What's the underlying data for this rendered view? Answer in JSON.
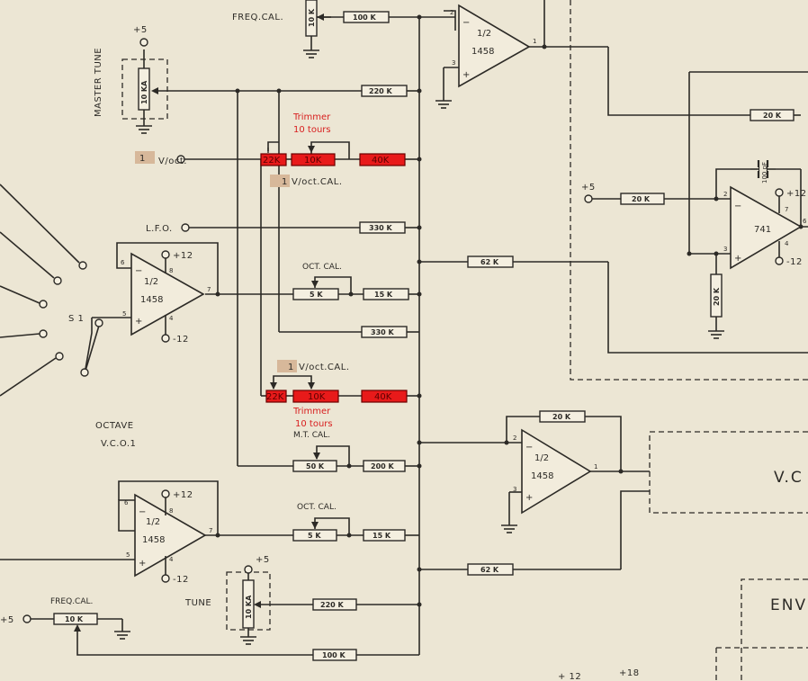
{
  "labels": {
    "freq_cal_top": "FREQ.CAL.",
    "freq_cal_bottom": "FREQ.CAL.",
    "master_tune": "MASTER TUNE",
    "tune": "TUNE",
    "v_oct_input": "V/oct.",
    "v_oct_cal_1": "V/oct.CAL.",
    "v_oct_cal_2": "V/oct.CAL.",
    "lfo": "L.F.O.",
    "oct_cal_1": "OCT. CAL.",
    "oct_cal_2": "OCT. CAL.",
    "mt_cal": "M.T. CAL.",
    "s1": "S 1",
    "octave": "OCTAVE",
    "vco1": "V.C.O.1",
    "vc_block": "V.C",
    "env_block": "ENVE",
    "trimmer_top": "Trimmer",
    "tours_top": "10 tours",
    "trimmer_bottom": "Trimmer",
    "tours_bottom": "10 tours",
    "one_a": "1",
    "one_b": "1",
    "one_c": "1"
  },
  "supplies": {
    "p5_master": "+5",
    "p5_tune": "+5",
    "p5_left": "+5",
    "p5_741": "+5",
    "p12_741": "+12",
    "m12_741": "-12",
    "p12_oa2": "+12",
    "m12_oa2": "-12",
    "p12_oa3": "+12",
    "m12_oa3": "-12",
    "p12_bottom": "+ 12",
    "p18_bottom": "+18"
  },
  "opamps": {
    "oa1_a": "1/2",
    "oa1_b": "1458",
    "oa2_a": "1/2",
    "oa2_b": "1458",
    "oa3_a": "1/2",
    "oa3_b": "1458",
    "oa4_a": "1/2",
    "oa4_b": "1458",
    "oa5_a": "741"
  },
  "pins": {
    "oa1_2": "2",
    "oa1_3": "3",
    "oa1_1": "1",
    "oa2_6": "6",
    "oa2_5": "5",
    "oa2_8": "8",
    "oa2_4": "4",
    "oa2_7": "7",
    "oa3_6": "6",
    "oa3_5": "5",
    "oa3_8": "8",
    "oa3_4": "4",
    "oa3_7": "7",
    "oa4_2": "2",
    "oa4_3": "3",
    "oa4_1": "1",
    "oa5_2": "2",
    "oa5_3": "3",
    "oa5_7": "7",
    "oa5_4": "4",
    "oa5_6": "6"
  },
  "resistors": {
    "r_100k_top": "100 K",
    "r_220k_top": "220 K",
    "r_330k_lfo": "330 K",
    "r_62k_top": "62 K",
    "r_5k_top": "5 K",
    "r_15k_top": "15 K",
    "r_330k_mid": "330 K",
    "r_50k": "50 K",
    "r_200k": "200 K",
    "r_20k_fb": "20 K",
    "r_5k_bot": "5 K",
    "r_15k_bot": "15 K",
    "r_62k_bot": "62 K",
    "r_220k_bot": "220 K",
    "r_100k_bot": "100 K",
    "r_20k_right": "20 K",
    "r_20k_in741": "20 K",
    "r_20k_vert": "20 K",
    "c_100pf": "100 pF",
    "r_10k_bottom": "10 K"
  },
  "pots": {
    "p_10k_top": "10 K",
    "p_10ka_master": "10 KA",
    "p_10ka_tune": "10 KA"
  },
  "red_resistors": {
    "rr_22k_top": "22K",
    "rr_10k_top": "10K",
    "rr_40k_top": "40K",
    "rr_22k_bot": "22K",
    "rr_10k_bot": "10K",
    "rr_40k_bot": "40K"
  },
  "colors": {
    "paper": "#ece6d4",
    "ink": "#2c2a26",
    "trimmer_red": "#e81a1a",
    "annotation_red": "#d82020",
    "highlight_tan": "#d7b89a"
  }
}
